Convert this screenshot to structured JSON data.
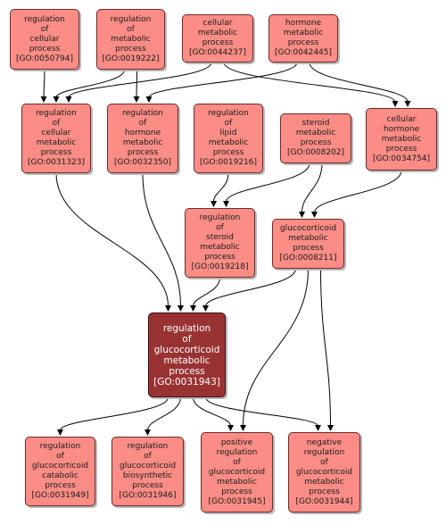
{
  "nodes": [
    {
      "key": "n50794",
      "label": "regulation\nof\ncellular\nprocess",
      "id": "[GO:0050794]"
    },
    {
      "key": "n19222",
      "label": "regulation\nof\nmetabolic\nprocess",
      "id": "[GO:0019222]"
    },
    {
      "key": "n44237",
      "label": "cellular\nmetabolic\nprocess",
      "id": "[GO:0044237]"
    },
    {
      "key": "n42445",
      "label": "hormone\nmetabolic\nprocess",
      "id": "[GO:0042445]"
    },
    {
      "key": "n31323",
      "label": "regulation\nof\ncellular\nmetabolic\nprocess",
      "id": "[GO:0031323]"
    },
    {
      "key": "n32350",
      "label": "regulation\nof\nhormone\nmetabolic\nprocess",
      "id": "[GO:0032350]"
    },
    {
      "key": "n19216",
      "label": "regulation\nof\nlipid\nmetabolic\nprocess",
      "id": "[GO:0019216]"
    },
    {
      "key": "n08202",
      "label": "steroid\nmetabolic\nprocess",
      "id": "[GO:0008202]"
    },
    {
      "key": "n34754",
      "label": "cellular\nhormone\nmetabolic\nprocess",
      "id": "[GO:0034754]"
    },
    {
      "key": "n19218",
      "label": "regulation\nof\nsteroid\nmetabolic\nprocess",
      "id": "[GO:0019218]"
    },
    {
      "key": "n08211",
      "label": "glucocorticoid\nmetabolic\nprocess",
      "id": "[GO:0008211]"
    },
    {
      "key": "n31943",
      "label": "regulation\nof\nglucocorticoid\nmetabolic\nprocess",
      "id": "[GO:0031943]",
      "focus": true
    },
    {
      "key": "n31949",
      "label": "regulation\nof\nglucocorticoid\ncatabolic\nprocess",
      "id": "[GO:0031949]"
    },
    {
      "key": "n31946",
      "label": "regulation\nof\nglucocorticoid\nbiosynthetic\nprocess",
      "id": "[GO:0031946]"
    },
    {
      "key": "n31945",
      "label": "positive\nregulation\nof\nglucocorticoid\nmetabolic\nprocess",
      "id": "[GO:0031945]"
    },
    {
      "key": "n31944",
      "label": "negative\nregulation\nof\nglucocorticoid\nmetabolic\nprocess",
      "id": "[GO:0031944]"
    }
  ],
  "edges": [
    {
      "from": "n50794",
      "to": "n31323"
    },
    {
      "from": "n19222",
      "to": "n31323"
    },
    {
      "from": "n19222",
      "to": "n32350"
    },
    {
      "from": "n44237",
      "to": "n31323"
    },
    {
      "from": "n44237",
      "to": "n34754"
    },
    {
      "from": "n42445",
      "to": "n32350"
    },
    {
      "from": "n42445",
      "to": "n34754"
    },
    {
      "from": "n19216",
      "to": "n19218"
    },
    {
      "from": "n08202",
      "to": "n19218"
    },
    {
      "from": "n08202",
      "to": "n08211"
    },
    {
      "from": "n34754",
      "to": "n08211"
    },
    {
      "from": "n31323",
      "to": "n31943"
    },
    {
      "from": "n32350",
      "to": "n31943"
    },
    {
      "from": "n19218",
      "to": "n31943"
    },
    {
      "from": "n08211",
      "to": "n31943"
    },
    {
      "from": "n08211",
      "to": "n31945"
    },
    {
      "from": "n08211",
      "to": "n31944"
    },
    {
      "from": "n31943",
      "to": "n31949"
    },
    {
      "from": "n31943",
      "to": "n31946"
    },
    {
      "from": "n31943",
      "to": "n31945"
    },
    {
      "from": "n31943",
      "to": "n31944"
    }
  ]
}
